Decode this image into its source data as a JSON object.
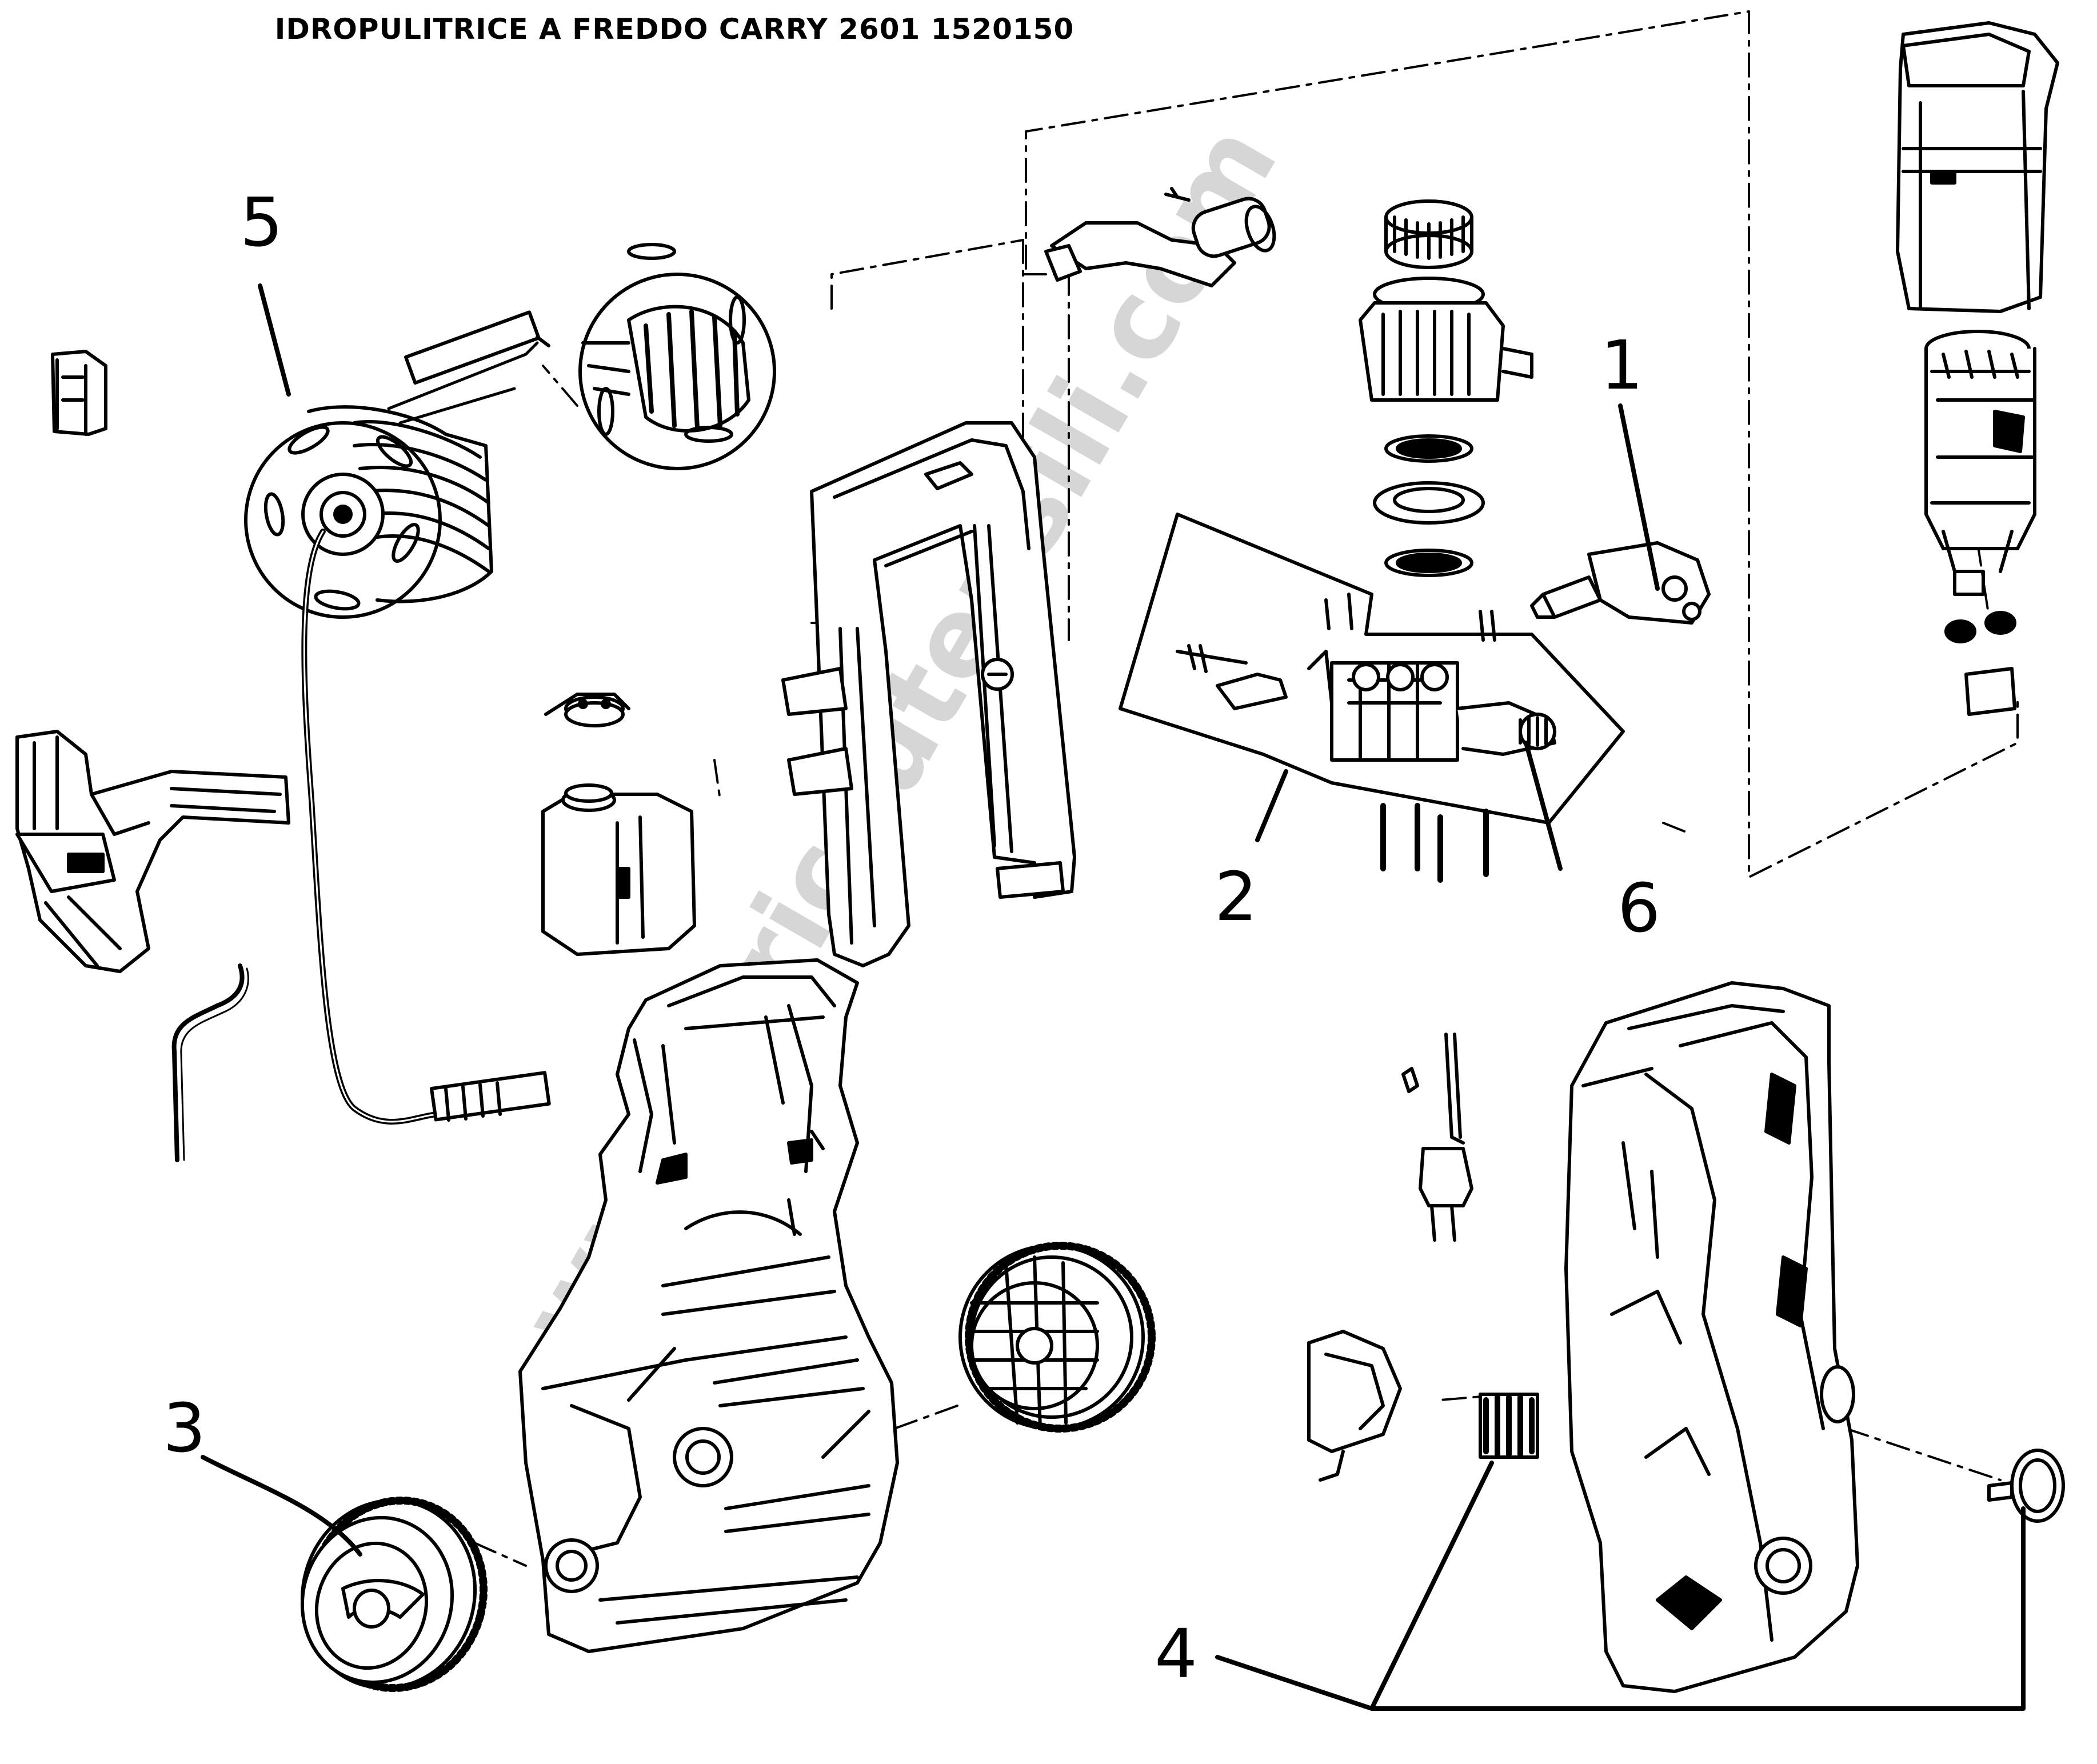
{
  "title": "IDROPULITRICE A FREDDO CARRY 2601 1520150",
  "watermark": "www.bricoutensili.com",
  "callouts": [
    "1",
    "2",
    "3",
    "4",
    "5",
    "6"
  ],
  "colors": {
    "line": "#000000",
    "fill": "#ffffff",
    "shade": "#2b2b2b",
    "watermark": "#d6d6d6"
  }
}
